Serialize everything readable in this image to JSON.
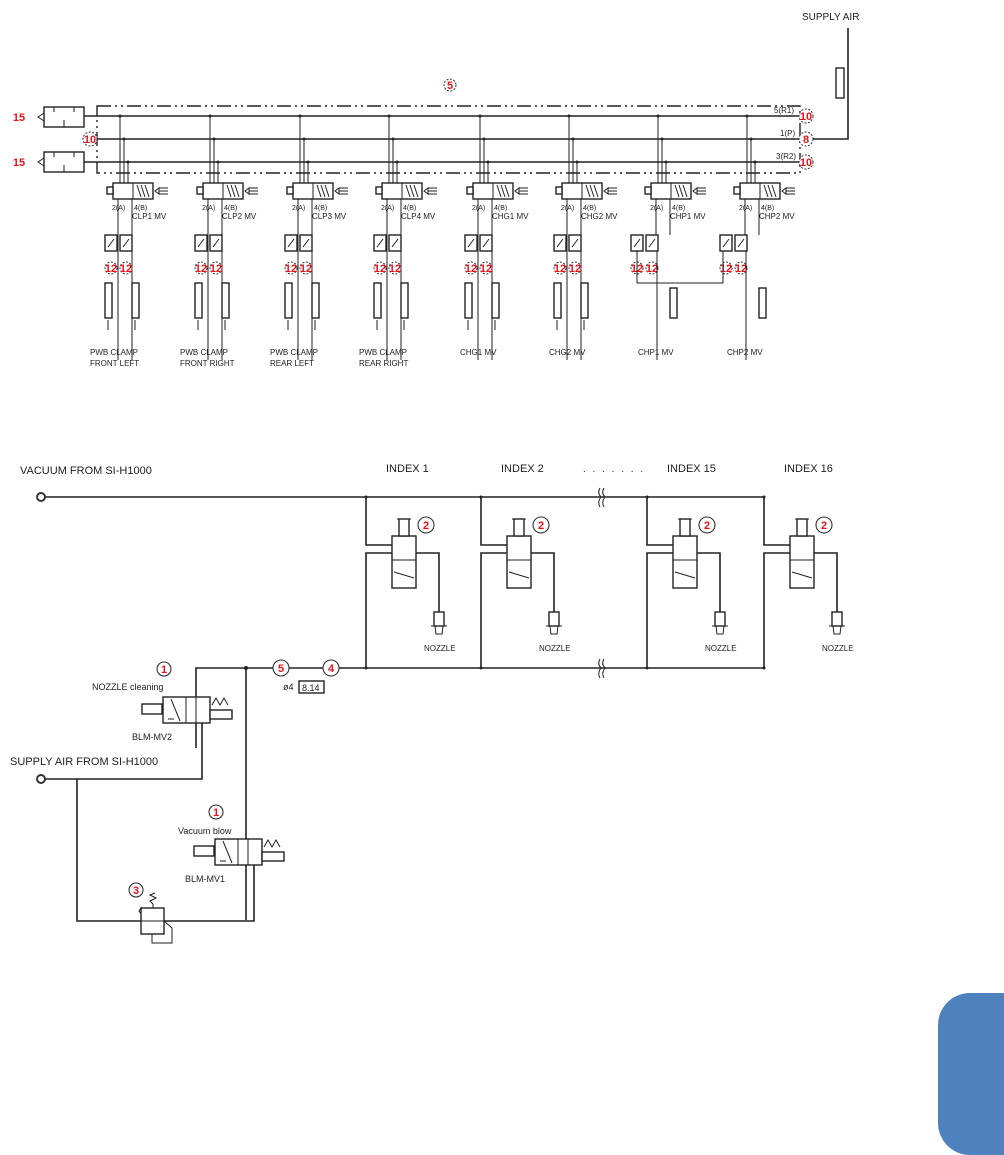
{
  "top_diagram": {
    "supply_label": "SUPPLY AIR",
    "manifold_callout": "5",
    "exhaust_callouts": [
      "15",
      "15"
    ],
    "left_port_callout": "10",
    "right_ports": [
      {
        "label": "5(R1)",
        "callout": "10"
      },
      {
        "label": "1(P)",
        "callout": "8"
      },
      {
        "label": "3(R2)",
        "callout": "10"
      }
    ],
    "valves": [
      {
        "name": "CLP1 MV",
        "port_a": "2(A)",
        "port_b": "4(B)",
        "sensor_callouts": [
          "12",
          "12"
        ],
        "caption": [
          "PWB CLAMP",
          "FRONT LEFT"
        ]
      },
      {
        "name": "CLP2 MV",
        "port_a": "2(A)",
        "port_b": "4(B)",
        "sensor_callouts": [
          "12",
          "12"
        ],
        "caption": [
          "PWB CLAMP",
          "FRONT RIGHT"
        ]
      },
      {
        "name": "CLP3 MV",
        "port_a": "2(A)",
        "port_b": "4(B)",
        "sensor_callouts": [
          "12",
          "12"
        ],
        "caption": [
          "PWB CLAMP",
          "REAR LEFT"
        ]
      },
      {
        "name": "CLP4 MV",
        "port_a": "2(A)",
        "port_b": "4(B)",
        "sensor_callouts": [
          "12",
          "12"
        ],
        "caption": [
          "PWB CLAMP",
          "REAR RIGHT"
        ]
      },
      {
        "name": "CHG1 MV",
        "port_a": "2(A)",
        "port_b": "4(B)",
        "sensor_callouts": [
          "12",
          "12"
        ],
        "caption": [
          "CHG1 MV"
        ]
      },
      {
        "name": "CHG2 MV",
        "port_a": "2(A)",
        "port_b": "4(B)",
        "sensor_callouts": [
          "12",
          "12"
        ],
        "caption": [
          "CHG2 MV"
        ]
      },
      {
        "name": "CHP1 MV",
        "port_a": "2(A)",
        "port_b": "4(B)",
        "sensor_callouts": [
          "12",
          "12"
        ],
        "caption": [
          "CHP1 MV"
        ]
      },
      {
        "name": "CHP2 MV",
        "port_a": "2(A)",
        "port_b": "4(B)",
        "sensor_callouts": [
          "12",
          "12"
        ],
        "caption": [
          "CHP2 MV"
        ]
      }
    ]
  },
  "bottom_diagram": {
    "vacuum_label": "VACUUM   FROM SI-H1000",
    "supply_label": "SUPPLY AIR   FROM SI-H1000",
    "index_ellipsis": ". . . . . . .",
    "indexes": [
      {
        "label": "INDEX 1",
        "callout": "2",
        "nozzle": "NOZZLE"
      },
      {
        "label": "INDEX 2",
        "callout": "2",
        "nozzle": "NOZZLE"
      },
      {
        "label": "INDEX 15",
        "callout": "2",
        "nozzle": "NOZZLE"
      },
      {
        "label": "INDEX 16",
        "callout": "2",
        "nozzle": "NOZZLE"
      }
    ],
    "nozzle_cleaning": {
      "callout": "1",
      "label": "NOZZLE cleaning",
      "valve": "BLM-MV2"
    },
    "vacuum_blow": {
      "callout": "1",
      "label": "Vacuum blow",
      "valve": "BLM-MV1"
    },
    "regulator_callout": "3",
    "line_callouts": [
      "5",
      "4"
    ],
    "tube_label": "ø4",
    "tube_code": "8.14"
  },
  "page_tab": {
    "color": "#4f81bd"
  }
}
